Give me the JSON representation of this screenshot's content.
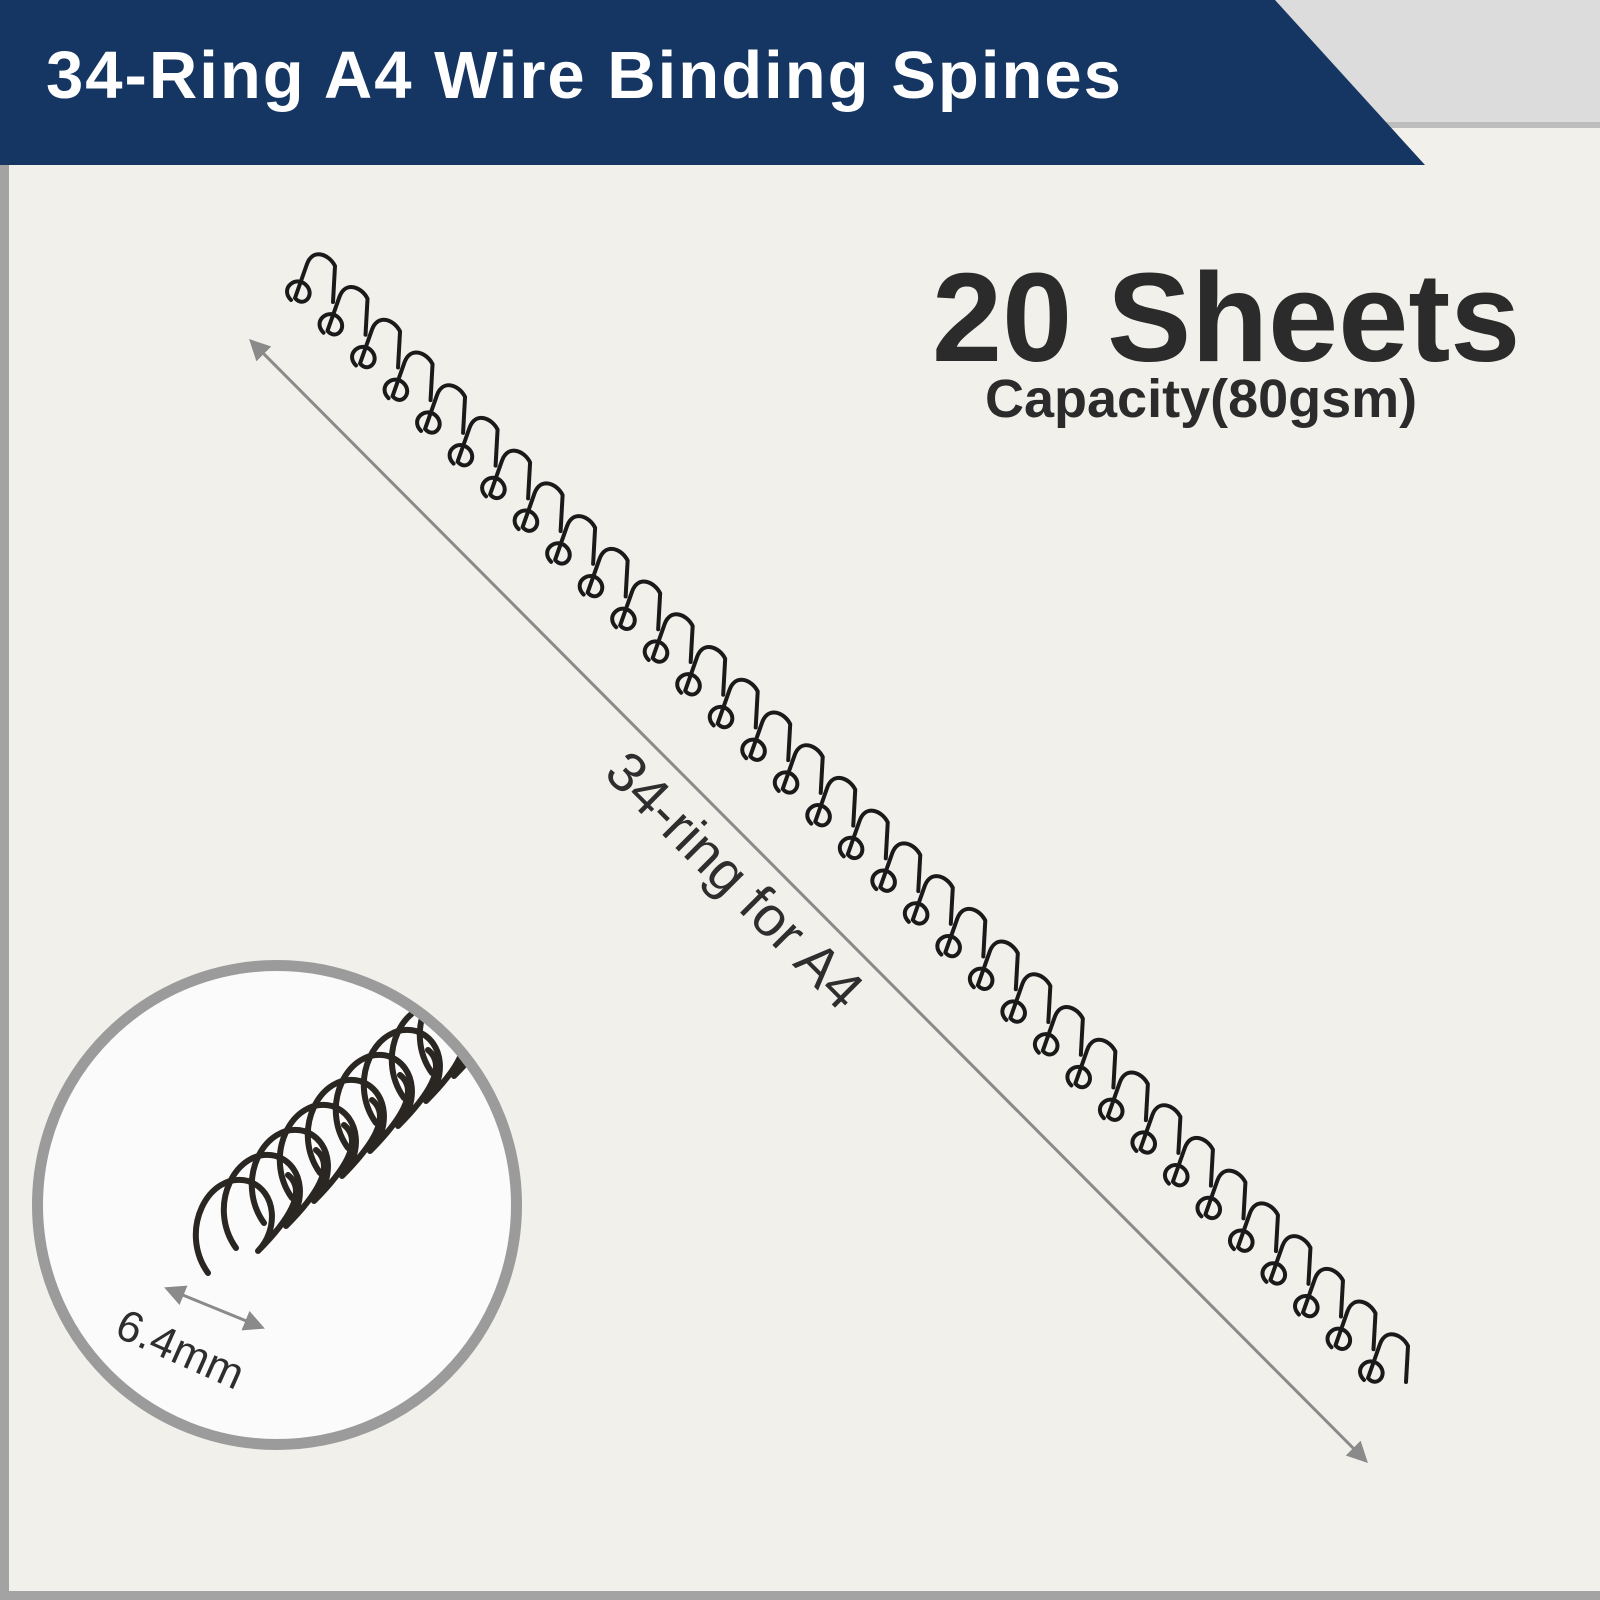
{
  "title": "34-Ring A4 Wire Binding Spines",
  "capacity": {
    "sheets": "20 Sheets",
    "detail": "Capacity(80gsm)"
  },
  "length_label": "34-ring for A4",
  "ring_count": 34,
  "diameter_label": "6.4mm",
  "colors": {
    "banner": "#153662",
    "background": "#f1f0eb",
    "wire": "#1a1a1a",
    "arrow": "#8a8a8a"
  }
}
